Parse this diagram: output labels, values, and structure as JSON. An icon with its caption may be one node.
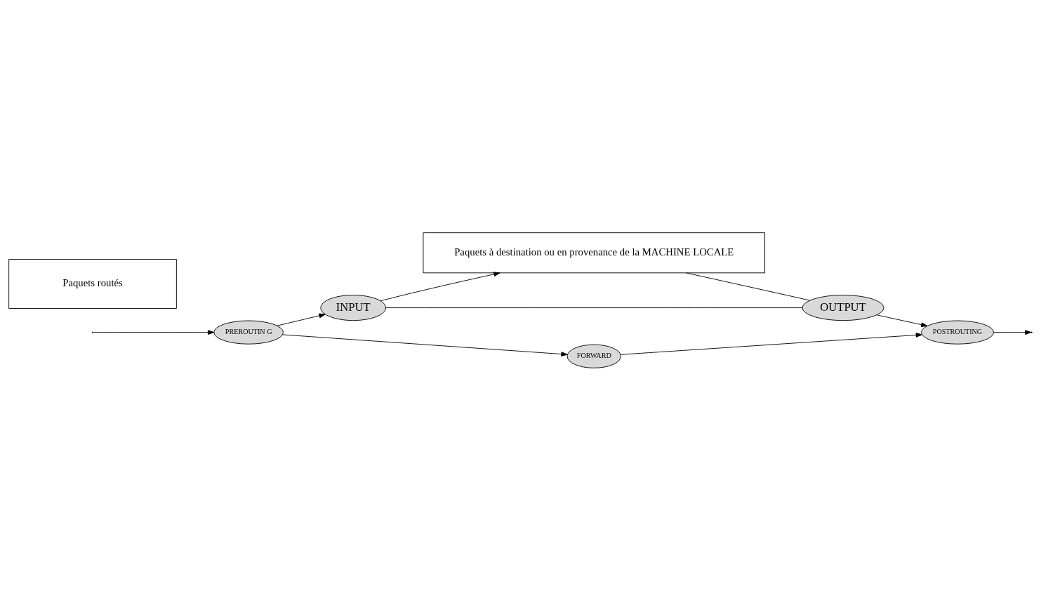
{
  "diagram": {
    "nodes": [
      {
        "text": [
          "Paquets à destination ou en provenance de la MACHINE LOCALE"
        ]
      },
      {
        "text": [
          "INPUT"
        ]
      },
      {
        "text": [
          "OUTPUT"
        ]
      },
      {
        "text": [
          "PREROUTIN G"
        ]
      },
      {
        "text": [
          "FORWARD"
        ]
      },
      {
        "text": [
          "Paquets routés"
        ]
      },
      {
        "text": [
          "POSTROUTING"
        ]
      }
    ],
    "edges": [
      {
        "from": null,
        "to": 3,
        "arrow": "to"
      },
      {
        "from": 3,
        "to": 4,
        "arrow": "to"
      },
      {
        "from": 3,
        "to": 1,
        "arrow": "to"
      },
      {
        "from": 1,
        "to": 0,
        "arrow": "to"
      },
      {
        "from": 1,
        "to": 2,
        "arrow": "none"
      },
      {
        "from": 0,
        "to": 2,
        "arrow": "none"
      },
      {
        "from": 2,
        "to": 6,
        "arrow": "to"
      },
      {
        "from": 4,
        "to": 6,
        "arrow": "to"
      },
      {
        "from": 6,
        "to": null,
        "arrow": "to"
      }
    ]
  }
}
